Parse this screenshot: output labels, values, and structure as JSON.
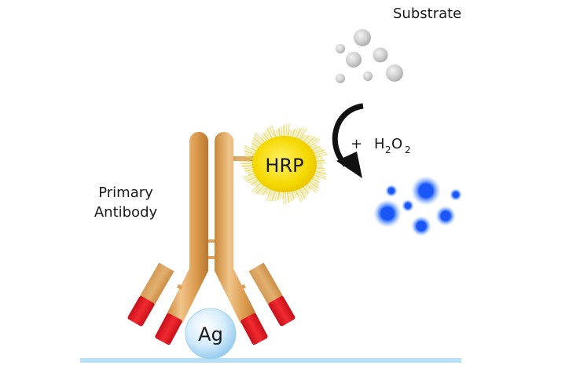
{
  "labels": {
    "substrate": "Substrate",
    "primary_antibody_line1": "Primary",
    "primary_antibody_line2": "Antibody",
    "enzyme": "HRP",
    "antigen": "Ag",
    "reagent_plus": "+",
    "reagent_h": "H",
    "reagent_sub1": "2",
    "reagent_o": "O",
    "reagent_sub2": "2"
  },
  "colors": {
    "antibody": "#d9954a",
    "antibody_light": "#f0c48a",
    "antibody_tip": "#e0202a",
    "hrp_fill": "#f5d800",
    "substrate_bubble": "#cfcfcf",
    "product_bubble": "#1e5cff",
    "antigen": "#bfe3f8",
    "surface": "#b9e0f5",
    "arrow": "#111111"
  },
  "icons": {
    "reaction_arrow": "curved-arrow-icon"
  }
}
